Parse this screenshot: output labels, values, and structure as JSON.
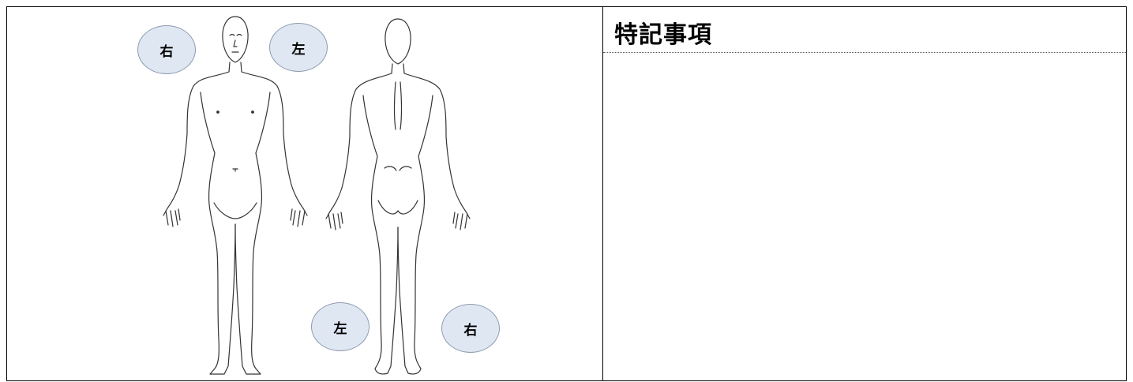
{
  "body_diagram": {
    "front_view": {
      "label_right_side": "右",
      "label_left_side": "左"
    },
    "back_view": {
      "label_left_side": "左",
      "label_right_side": "右"
    }
  },
  "notes_section": {
    "title": "特記事項",
    "content": ""
  }
}
